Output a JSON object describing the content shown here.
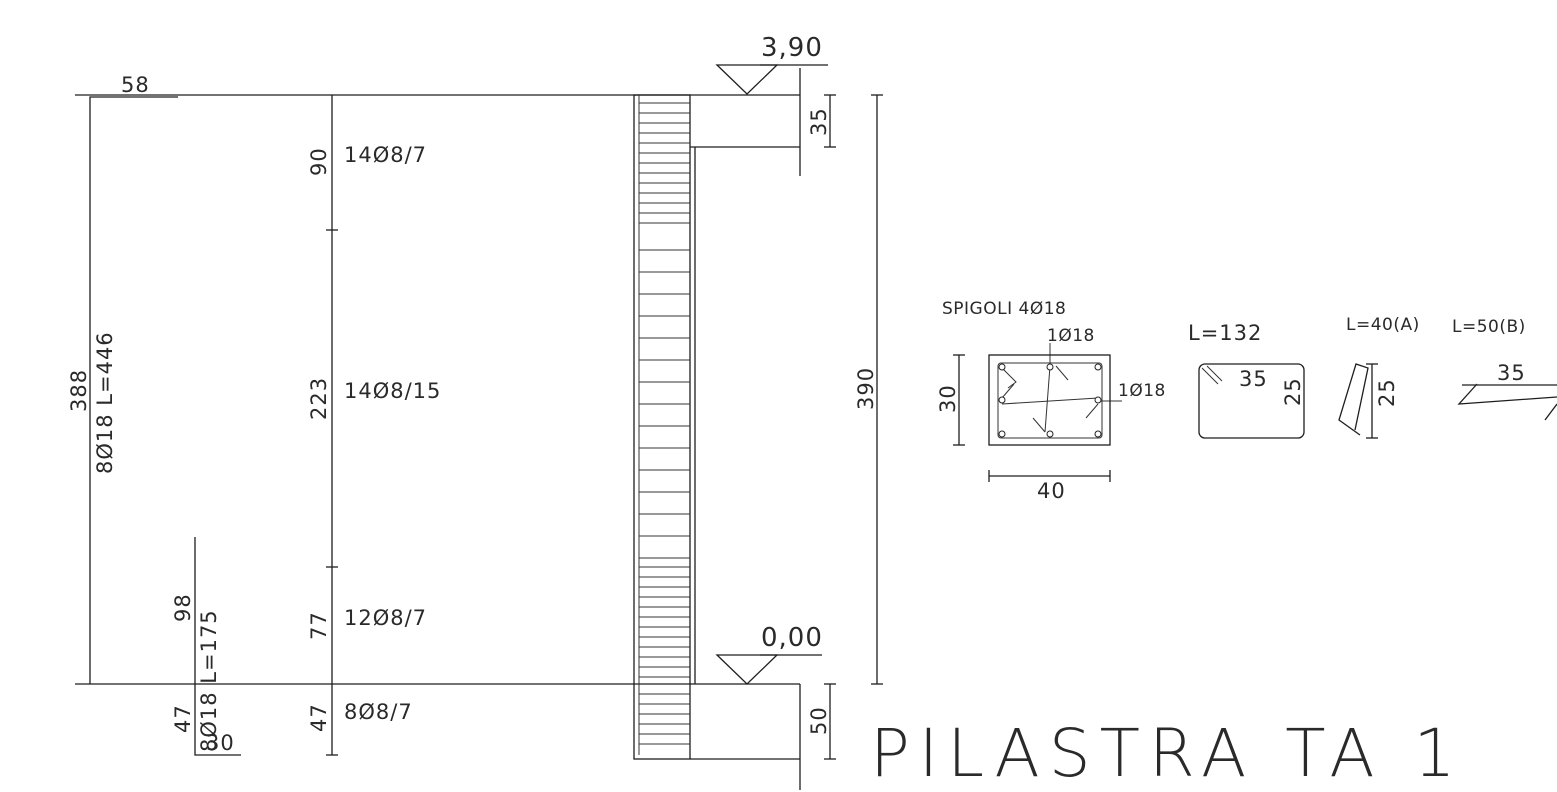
{
  "title": "PILASTRA TA 1",
  "levels": {
    "top": "3,90",
    "bottom": "0,00"
  },
  "main_bars": {
    "label": "8Ø18 L=446",
    "height": "388",
    "hook": "58"
  },
  "starter_bars": {
    "label": "8Ø18 L=175",
    "height": "98",
    "below": "47",
    "foot": "30"
  },
  "stirrup_zones": [
    {
      "length": "90",
      "spec": "14Ø8/7"
    },
    {
      "length": "223",
      "spec": "14Ø8/15"
    },
    {
      "length": "77",
      "spec": "12Ø8/7"
    },
    {
      "length": "47",
      "spec": "8Ø8/7"
    }
  ],
  "elevation_dims": {
    "total": "390",
    "beam_depth": "35",
    "foundation": "50"
  },
  "section": {
    "corners_label": "SPIGOLI 4Ø18",
    "top_bar": "1Ø18",
    "side_bar": "1Ø18",
    "width": "40",
    "depth": "30"
  },
  "stirrup_shape": {
    "length_label": "L=132",
    "width": "35",
    "height": "25"
  },
  "tie_shape": {
    "length_label_a": "L=40(A)",
    "length_label_b": "L=50(B)",
    "height": "25",
    "width": "35"
  }
}
